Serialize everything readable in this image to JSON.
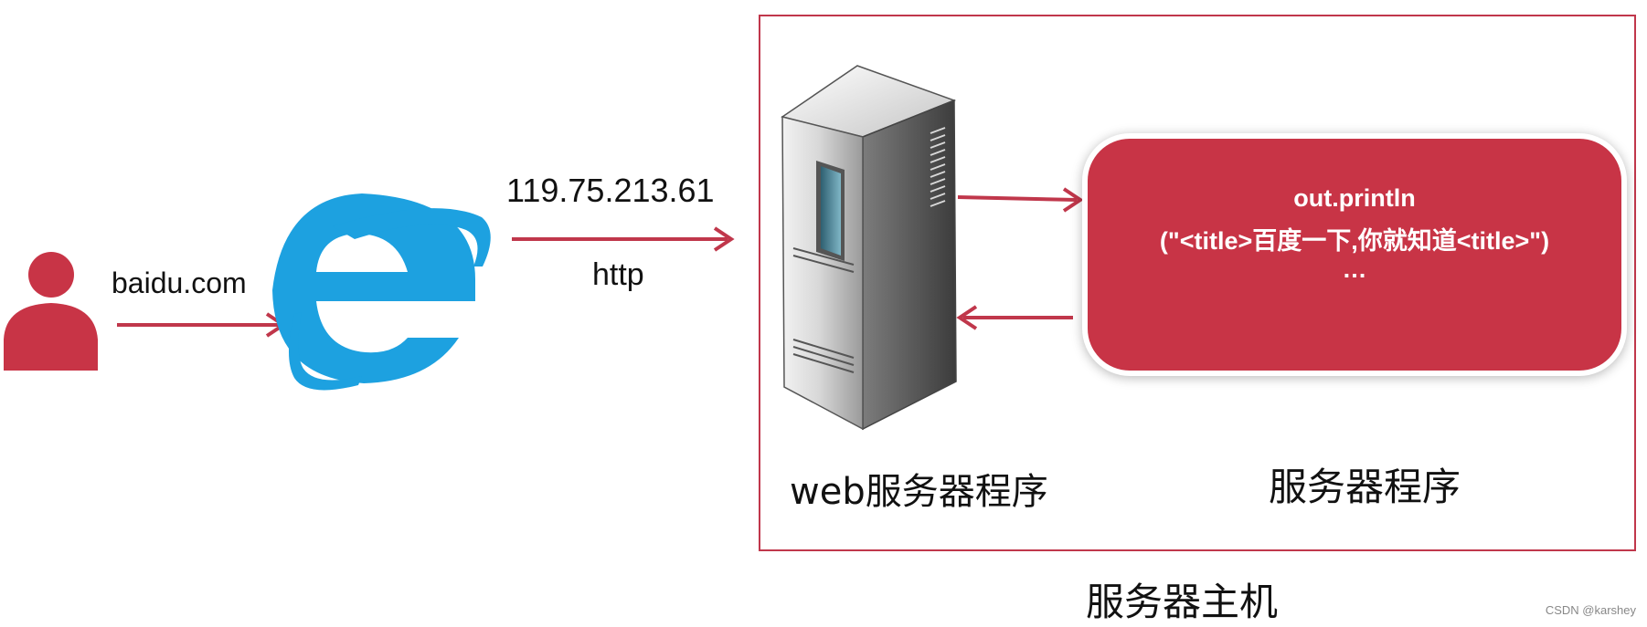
{
  "labels": {
    "domain_input": "baidu.com",
    "ip_address": "119.75.213.61",
    "protocol": "http",
    "web_server_program": "web服务器程序",
    "server_program": "服务器程序",
    "server_host": "服务器主机"
  },
  "code_box": {
    "line1": "out.println",
    "line2": "(\"<title>百度一下,你就知道<title>\")",
    "line3": "…"
  },
  "watermark": "CSDN @karshey",
  "colors": {
    "accent_red": "#c0374b",
    "ie_blue": "#1da1e0"
  },
  "icons": [
    "user-icon",
    "browser-e-icon",
    "server-tower-icon"
  ]
}
